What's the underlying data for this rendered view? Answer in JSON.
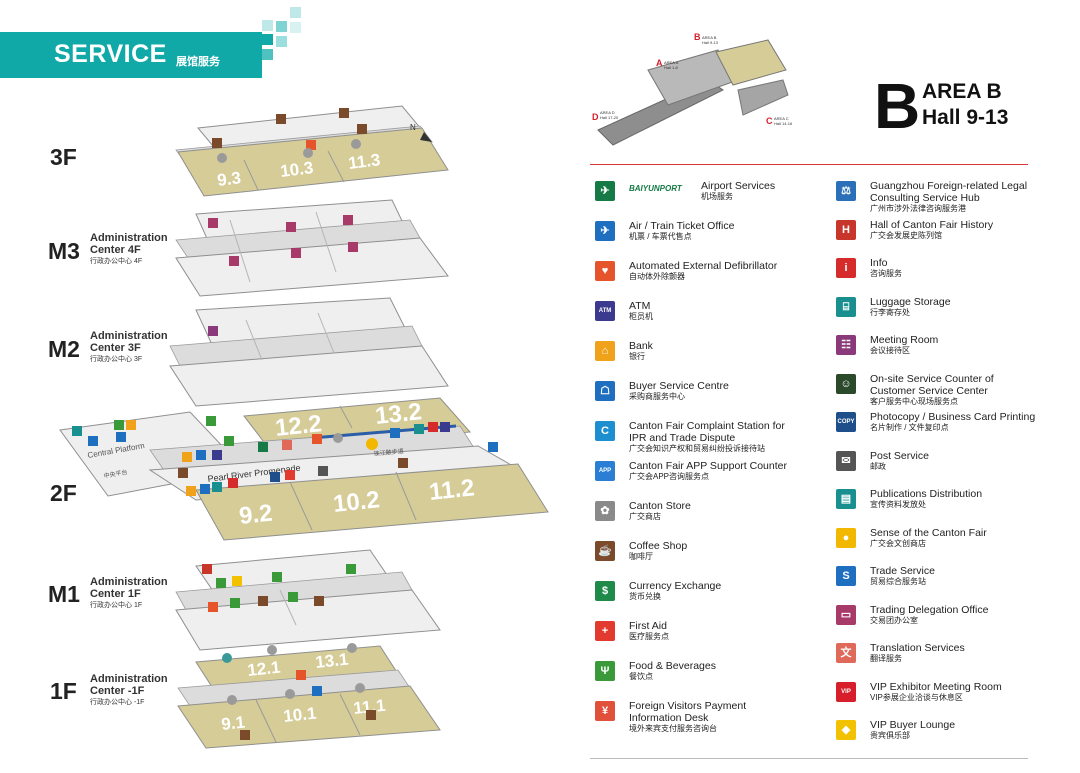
{
  "header": {
    "title": "SERVICE",
    "subtitle_cn": "展馆服务"
  },
  "floors": [
    {
      "id": "3F",
      "label": "3F",
      "halls": [
        "9.3",
        "10.3",
        "11.3"
      ]
    },
    {
      "id": "M3",
      "label": "M3",
      "admin_en": "Administration Center 4F",
      "admin_cn": "行政办公中心 4F"
    },
    {
      "id": "M2",
      "label": "M2",
      "admin_en": "Administration Center 3F",
      "admin_cn": "行政办公中心 3F"
    },
    {
      "id": "2F",
      "label": "2F",
      "halls_top": [
        "12.2",
        "13.2"
      ],
      "halls_bottom": [
        "9.2",
        "10.2",
        "11.2"
      ],
      "promenade": "Pearl River Promenade",
      "promenade_cn": "珠江散步道",
      "platform": "Central Platform",
      "platform_cn": "中央平台"
    },
    {
      "id": "M1",
      "label": "M1",
      "admin_en": "Administration Center 1F",
      "admin_cn": "行政办公中心 1F"
    },
    {
      "id": "1F",
      "label": "1F",
      "admin_en": "Administration Center -1F",
      "admin_cn": "行政办公中心 -1F",
      "halls_top": [
        "12.1",
        "13.1"
      ],
      "halls_bottom": [
        "9.1",
        "10.1",
        "11.1"
      ]
    }
  ],
  "compass": "N",
  "area": {
    "letter": "B",
    "title": "AREA B",
    "subtitle": "Hall 9-13"
  },
  "minimap": {
    "labels": [
      {
        "letter": "B",
        "name": "AREA B",
        "halls": "Hall 9-13"
      },
      {
        "letter": "A",
        "name": "AREA A",
        "halls": "Hall 1-8"
      },
      {
        "letter": "D",
        "name": "AREA D",
        "halls": "Hall 17-20"
      },
      {
        "letter": "C",
        "name": "AREA C",
        "halls": "Hall 14-16"
      }
    ]
  },
  "legend_left": [
    {
      "en": "Airport Services",
      "cn": "机场服务",
      "icon": "airplane-icon",
      "color": "#157a46",
      "glyph": "✈",
      "logo": "BAIYUNPORT"
    },
    {
      "en": "Air / Train Ticket Office",
      "cn": "机票 / 车票代售点",
      "icon": "ticket-icon",
      "color": "#1f6fc1",
      "glyph": "✈"
    },
    {
      "en": "Automated External Defibrillator",
      "cn": "自动体外除颤器",
      "icon": "defibrillator-icon",
      "color": "#e6542b",
      "glyph": "♥"
    },
    {
      "en": "ATM",
      "cn": "柜员机",
      "icon": "atm-icon",
      "color": "#3b3a8f",
      "glyph": "ATM"
    },
    {
      "en": "Bank",
      "cn": "银行",
      "icon": "bank-icon",
      "color": "#f0a21a",
      "glyph": "⌂"
    },
    {
      "en": "Buyer Service Centre",
      "cn": "采购商服务中心",
      "icon": "buyer-service-icon",
      "color": "#1f6fc1",
      "glyph": "☖"
    },
    {
      "en": "Canton Fair Complaint Station for IPR and Trade Dispute",
      "cn": "广交会知识产权和贸易纠纷投诉接待站",
      "icon": "cfcs-icon",
      "color": "#1d8fd0",
      "glyph": "C"
    },
    {
      "en": "Canton Fair APP Support Counter",
      "cn": "广交会APP咨询服务点",
      "icon": "app-icon",
      "color": "#2a7fd4",
      "glyph": "APP"
    },
    {
      "en": "Canton Store",
      "cn": "广交商店",
      "icon": "canton-store-icon",
      "color": "#8a8a8a",
      "glyph": "✿"
    },
    {
      "en": "Coffee Shop",
      "cn": "咖啡厅",
      "icon": "coffee-icon",
      "color": "#7a4a2a",
      "glyph": "☕"
    },
    {
      "en": "Currency Exchange",
      "cn": "货币兑换",
      "icon": "currency-icon",
      "color": "#1f8a4a",
      "glyph": "$"
    },
    {
      "en": "First Aid",
      "cn": "医疗服务点",
      "icon": "first-aid-icon",
      "color": "#e23a2e",
      "glyph": "+"
    },
    {
      "en": "Food & Beverages",
      "cn": "餐饮点",
      "icon": "food-icon",
      "color": "#3a9a3a",
      "glyph": "Ψ"
    },
    {
      "en": "Foreign Visitors Payment Information Desk",
      "cn": "境外来宾支付服务咨询台",
      "icon": "payment-icon",
      "color": "#e0503a",
      "glyph": "¥"
    }
  ],
  "legend_right": [
    {
      "en": "Guangzhou Foreign-related Legal Consulting Service Hub",
      "cn": "广州市涉外法律咨询服务港",
      "icon": "legal-icon",
      "color": "#2a6fb8",
      "glyph": "⚖"
    },
    {
      "en": "Hall of Canton Fair History",
      "cn": "广交会发展史陈列馆",
      "icon": "history-icon",
      "color": "#c8352b",
      "glyph": "H"
    },
    {
      "en": "Info",
      "cn": "咨询服务",
      "icon": "info-icon",
      "color": "#d62b2b",
      "glyph": "i"
    },
    {
      "en": "Luggage Storage",
      "cn": "行李寄存处",
      "icon": "luggage-icon",
      "color": "#1a8f8f",
      "glyph": "⌸"
    },
    {
      "en": "Meeting Room",
      "cn": "会议接待区",
      "icon": "meeting-icon",
      "color": "#8a3a7a",
      "glyph": "☷"
    },
    {
      "en": "On-site Service Counter of Customer Service Center",
      "cn": "客户服务中心现场服务点",
      "icon": "customer-service-icon",
      "color": "#2a4a2a",
      "glyph": "☺"
    },
    {
      "en": "Photocopy / Business Card Printing",
      "cn": "名片制作 / 文件复印点",
      "icon": "copy-icon",
      "color": "#1f4f8a",
      "glyph": "COPY"
    },
    {
      "en": "Post Service",
      "cn": "邮政",
      "icon": "post-icon",
      "color": "#555555",
      "glyph": "✉"
    },
    {
      "en": "Publications Distribution",
      "cn": "宣传资料发放处",
      "icon": "publications-icon",
      "color": "#1a8f8f",
      "glyph": "▤"
    },
    {
      "en": "Sense of the Canton Fair",
      "cn": "广交会文创商店",
      "icon": "sense-icon",
      "color": "#f2b800",
      "glyph": "●"
    },
    {
      "en": "Trade Service",
      "cn": "贸易综合服务站",
      "icon": "trade-icon",
      "color": "#1f6fc1",
      "glyph": "S"
    },
    {
      "en": "Trading Delegation Office",
      "cn": "交易团办公室",
      "icon": "delegation-icon",
      "color": "#a83a6a",
      "glyph": "▭"
    },
    {
      "en": "Translation Services",
      "cn": "翻译服务",
      "icon": "translation-icon",
      "color": "#e06a5a",
      "glyph": "文"
    },
    {
      "en": "VIP Exhibitor Meeting Room",
      "cn": "VIP参展企业洽谈与休息区",
      "icon": "vip-room-icon",
      "color": "#d61f2b",
      "glyph": "VIP"
    },
    {
      "en": "VIP Buyer Lounge",
      "cn": "贵宾俱乐部",
      "icon": "vip-lounge-icon",
      "color": "#f2c200",
      "glyph": "◆"
    }
  ]
}
